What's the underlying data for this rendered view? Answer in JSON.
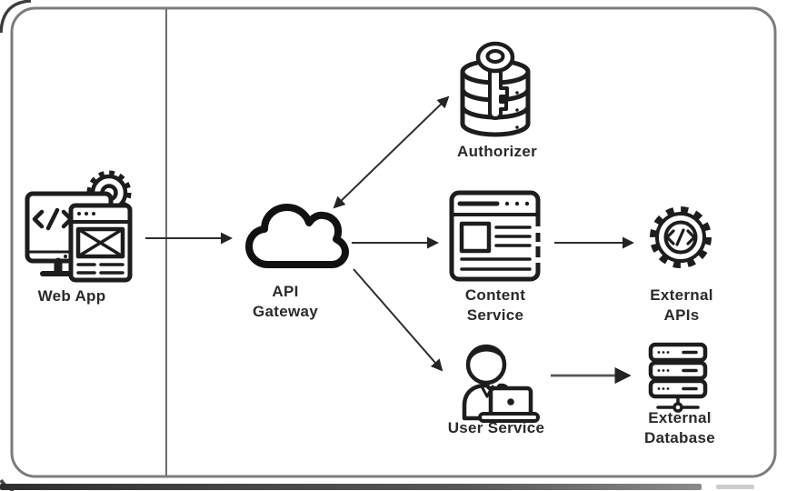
{
  "diagram": {
    "title": "API gateway architecture diagram",
    "nodes": [
      {
        "id": "web-app",
        "icon": "webapp-monitor-icon",
        "label_lines": [
          "Web App"
        ]
      },
      {
        "id": "api-gateway",
        "icon": "cloud-icon",
        "label_lines": [
          "API",
          "Gateway"
        ]
      },
      {
        "id": "authorizer",
        "icon": "database-key-icon",
        "label_lines": [
          "Authorizer"
        ]
      },
      {
        "id": "content-service",
        "icon": "browser-window-icon",
        "label_lines": [
          "Content",
          "Service"
        ]
      },
      {
        "id": "external-apis",
        "icon": "gear-code-icon",
        "label_lines": [
          "External",
          "APIs"
        ]
      },
      {
        "id": "user-service",
        "icon": "person-laptop-icon",
        "label_lines": [
          "User Service"
        ]
      },
      {
        "id": "external-database",
        "icon": "server-rack-icon",
        "label_lines": [
          "External",
          "Database"
        ]
      }
    ],
    "edges": [
      {
        "from": "web-app",
        "to": "api-gateway",
        "direction": "one-way"
      },
      {
        "from": "api-gateway",
        "to": "authorizer",
        "direction": "two-way"
      },
      {
        "from": "api-gateway",
        "to": "content-service",
        "direction": "one-way"
      },
      {
        "from": "content-service",
        "to": "external-apis",
        "direction": "one-way"
      },
      {
        "from": "api-gateway",
        "to": "user-service",
        "direction": "one-way"
      },
      {
        "from": "user-service",
        "to": "external-database",
        "direction": "one-way"
      }
    ],
    "colors": {
      "ink": "#1d1d1d",
      "arrow": "#2d2d2d",
      "panel_border": "#7c7c7c",
      "background": "#ffffff"
    }
  }
}
